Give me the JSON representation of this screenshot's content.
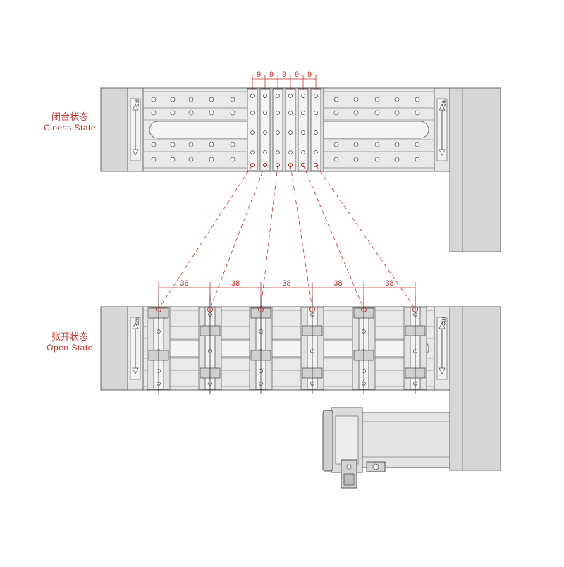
{
  "diagram": {
    "close_state": {
      "label_cn": "闭合状态",
      "label_en": "Cloess State"
    },
    "open_state": {
      "label_cn": "张开状态",
      "label_en": "Open State"
    },
    "close_dimensions": [
      "9",
      "9",
      "9",
      "9",
      "9"
    ],
    "open_dimensions": [
      "38",
      "38",
      "38",
      "38",
      "38"
    ],
    "end_block_text_left": "实开",
    "end_block_text_right": "闭合",
    "colors": {
      "annotation_red": "#c4322c",
      "body_gray": "#d8d8d8",
      "rail_gray": "#e9e9e9",
      "outline": "#555555"
    }
  }
}
